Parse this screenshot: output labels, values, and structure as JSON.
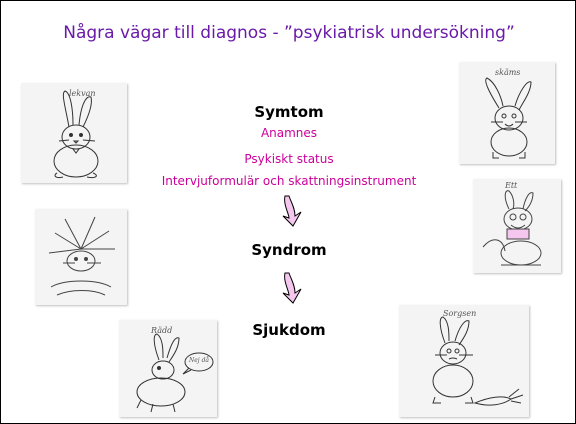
{
  "slide": {
    "title": "Några vägar till diagnos - ”psykiatrisk undersökning”",
    "symptom_heading": "Symtom",
    "symptom_items": [
      "Anamnes",
      "Psykiskt status",
      "Intervjuformulär och skattningsinstrument"
    ],
    "syndrome_heading": "Syndrom",
    "disease_heading": "Sjukdom"
  },
  "sketches": {
    "top_left_caption": "lekvan",
    "top_right_caption": "skäms",
    "mid_right_caption": "Ett",
    "bottom_left_caption": "Rädd",
    "bottom_left_bubble": "Nej då",
    "bottom_right_caption": "Sorgsen"
  },
  "colors": {
    "title": "#6a1aa8",
    "items": "#cc0099",
    "arrow_fill": "#f5c6ee",
    "border": "#000000"
  }
}
